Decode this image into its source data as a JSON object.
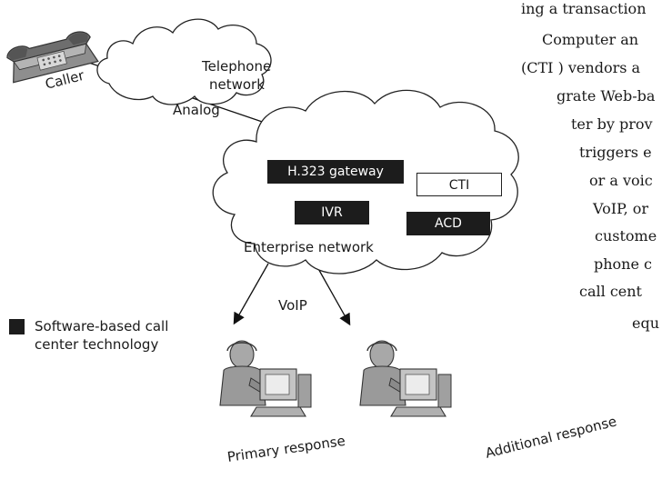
{
  "labels": {
    "caller": "Caller",
    "telephone_network": [
      "Telephone",
      "network"
    ],
    "analog": "Analog",
    "enterprise_network": "Enterprise network",
    "voip": "VoIP",
    "primary_response": "Primary response",
    "additional_response": "Additional response"
  },
  "boxes": {
    "h323": "H.323 gateway",
    "cti": "CTI",
    "ivr": "IVR",
    "acd": "ACD"
  },
  "legend": {
    "lines": [
      "Software-based call",
      "center technology"
    ],
    "swatch_color": "#1c1c1c"
  },
  "body_text": [
    "ing a transaction",
    "Computer an",
    "(CTI ) vendors a",
    "grate Web-ba",
    "ter by prov",
    "triggers e",
    "or a voic",
    "VoIP, or",
    "custome",
    "phone c",
    "call cent",
    "equ"
  ],
  "colors": {
    "cloud_stroke": "#222222",
    "figure_fill": "#9a9a9a",
    "dark_box": "#1c1c1c"
  }
}
